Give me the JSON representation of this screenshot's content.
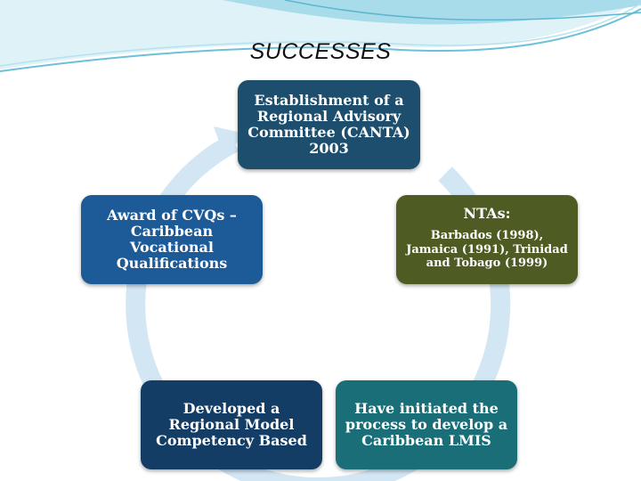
{
  "slide": {
    "title": "SUCCESSES"
  },
  "theme": {
    "background": "#ffffff",
    "header_wave_color": "#9fd6e6",
    "ring_color": "#d3e6f4"
  },
  "cycle": {
    "nodes": [
      {
        "main": "Establishment of a Regional Advisory Committee (CANTA) 2003",
        "color": "#1d4e6e"
      },
      {
        "main": "NTAs:",
        "sub": "Barbados (1998), Jamaica (1991), Trinidad and Tobago (1999)",
        "color": "#4e5b22"
      },
      {
        "main": "Have initiated the process to develop a Caribbean LMIS",
        "color": "#1a6e78"
      },
      {
        "main": "Developed a Regional Model Competency Based",
        "color": "#143d66"
      },
      {
        "main": "Award of CVQs – Caribbean Vocational Qualifications",
        "color": "#1c5a98"
      }
    ]
  }
}
